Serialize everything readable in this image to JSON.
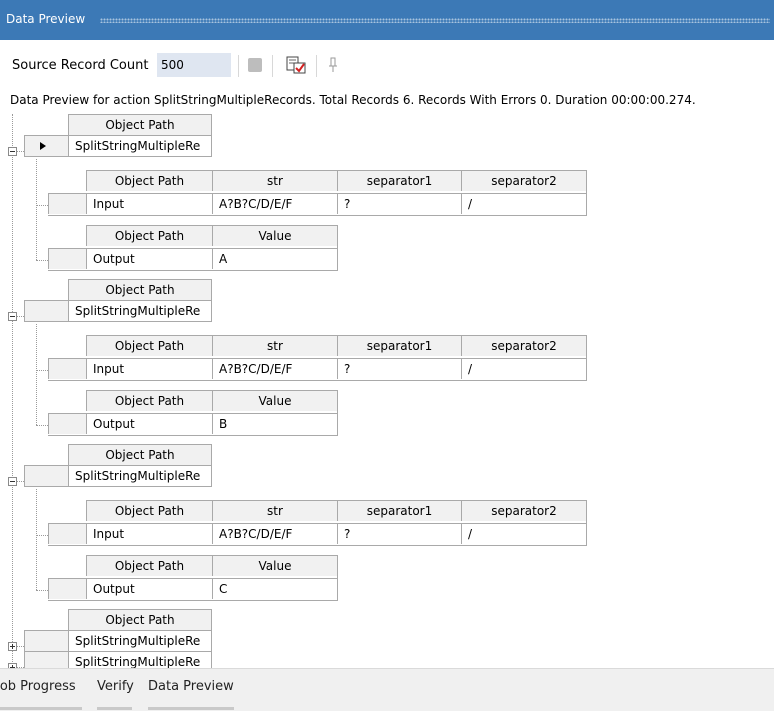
{
  "panel": {
    "title": "Data Preview"
  },
  "toolbar": {
    "source_record_count_label": "Source Record Count",
    "source_record_count_value": "500"
  },
  "status": "Data Preview for action SplitStringMultipleRecords. Total Records 6. Records With Errors 0. Duration 00:00:00.274.",
  "headers": {
    "object_path": "Object Path",
    "str": "str",
    "separator1": "separator1",
    "separator2": "separator2",
    "value": "Value"
  },
  "records": [
    {
      "path": "SplitStringMultipleRe",
      "input": {
        "label": "Input",
        "str": "A?B?C/D/E/F",
        "separator1": "?",
        "separator2": "/"
      },
      "output": {
        "label": "Output",
        "value": "A"
      }
    },
    {
      "path": "SplitStringMultipleRe",
      "input": {
        "label": "Input",
        "str": "A?B?C/D/E/F",
        "separator1": "?",
        "separator2": "/"
      },
      "output": {
        "label": "Output",
        "value": "B"
      }
    },
    {
      "path": "SplitStringMultipleRe",
      "input": {
        "label": "Input",
        "str": "A?B?C/D/E/F",
        "separator1": "?",
        "separator2": "/"
      },
      "output": {
        "label": "Output",
        "value": "C"
      }
    },
    {
      "path": "SplitStringMultipleRe"
    },
    {
      "path": "SplitStringMultipleRe"
    }
  ],
  "tabs": [
    "Job Progress",
    "Verify",
    "Data Preview"
  ]
}
